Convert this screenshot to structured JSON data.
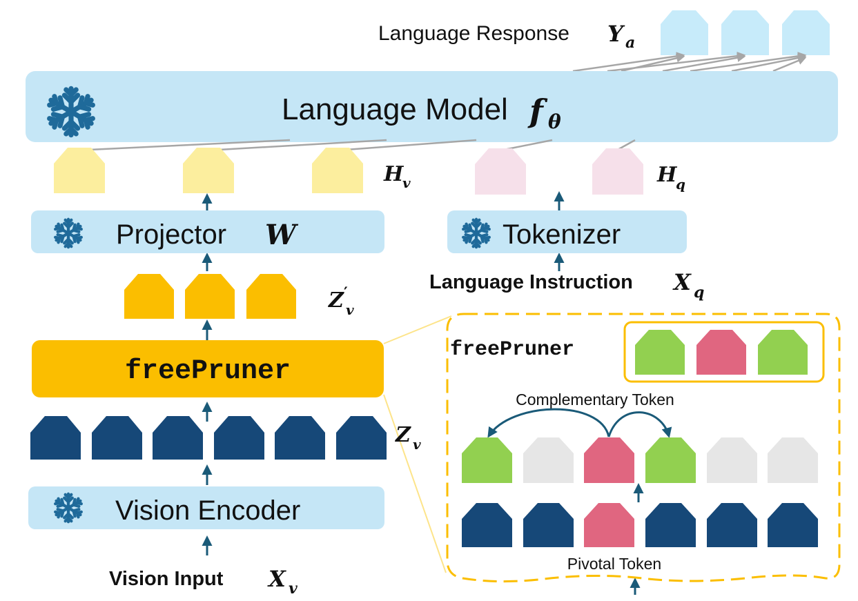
{
  "labels": {
    "language_response": "Language Response",
    "language_response_math": "Y",
    "language_response_sub": "a",
    "language_model": "Language Model",
    "language_model_math": "f",
    "language_model_sub": "θ",
    "hv_math": "H",
    "hv_sub": "v",
    "hq_math": "H",
    "hq_sub": "q",
    "projector": "Projector",
    "projector_math": "W",
    "tokenizer": "Tokenizer",
    "language_instruction": "Language Instruction",
    "language_instruction_math": "X",
    "language_instruction_sub": "q",
    "zv_prime_math": "Z",
    "zv_prime_prime": "′",
    "zv_prime_sub": "v",
    "freepruner": "freePruner",
    "zv_math": "Z",
    "zv_sub": "v",
    "vision_encoder": "Vision Encoder",
    "vision_input": "Vision Input",
    "vision_input_math": "X",
    "vision_input_sub": "v",
    "inset_title": "freePruner",
    "complementary_token": "Complementary Token",
    "pivotal_token": "Pivotal Token"
  },
  "colors": {
    "light_blue": "#c5e6f6",
    "response_token": "#c7ebfa",
    "yellow_token": "#fcee9e",
    "pink_token": "#f6e0ea",
    "orange": "#fbbe00",
    "navy": "#164878",
    "green": "#92d050",
    "rose": "#e06680",
    "gray_token": "#e6e6e6",
    "arrow": "#1a5a78",
    "snowflake": "#1f6a9a"
  },
  "icons": [
    "snowflake-icon"
  ]
}
